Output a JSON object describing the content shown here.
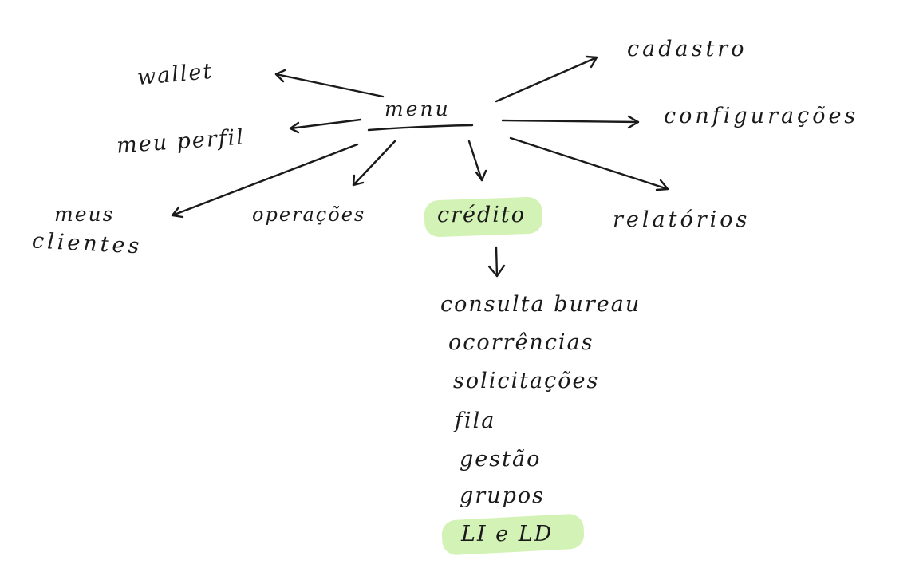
{
  "center": "menu",
  "branches": {
    "wallet": "wallet",
    "meu_perfil": "meu perfil",
    "meus_clientes_1": "meus",
    "meus_clientes_2": "clientes",
    "operacoes": "operações",
    "credito": "crédito",
    "relatorios": "relatórios",
    "configuracoes": "configurações",
    "cadastro": "cadastro"
  },
  "credito_items": [
    "consulta bureau",
    "ocorrências",
    "solicitações",
    "fila",
    "gestão",
    "grupos",
    "LI e LD"
  ],
  "colors": {
    "ink": "#1a1a1a",
    "highlight": "#d3f2b6"
  }
}
